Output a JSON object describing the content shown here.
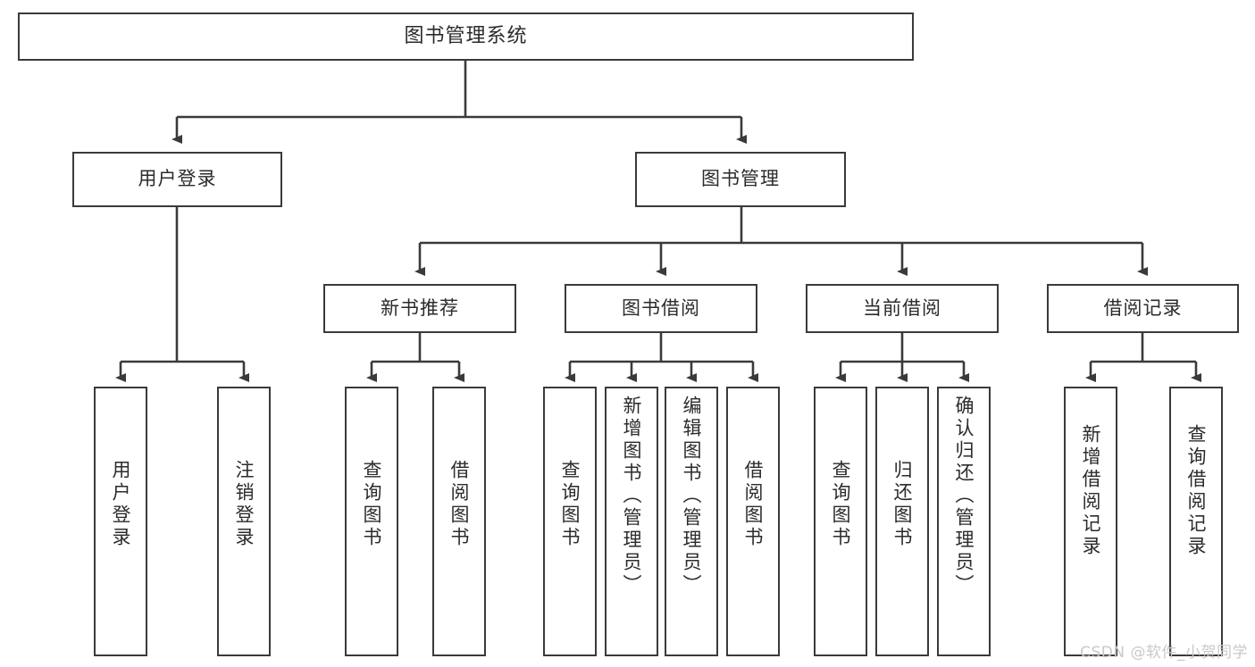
{
  "diagram": {
    "title": "图书管理系统",
    "type": "tree",
    "watermark": "CSDN @软件_小贺同学",
    "colors": {
      "box_border": "#3a3a3a",
      "box_fill": "#ffffff",
      "connector": "#3a3a3a",
      "text": "#2b2b2b",
      "watermark": "#c9c9c9"
    },
    "levels": {
      "root": "图书管理系统",
      "level2": [
        "用户登录",
        "图书管理"
      ],
      "level3": [
        "新书推荐",
        "图书借阅",
        "当前借阅",
        "借阅记录"
      ],
      "leaves": [
        "用户登录",
        "注销登录",
        "查询图书",
        "借阅图书",
        "查询图书",
        "新增图书（管理员）",
        "编辑图书（管理员）",
        "借阅图书",
        "查询图书",
        "归还图书",
        "确认归还（管理员）",
        "新增借阅记录",
        "查询借阅记录"
      ]
    },
    "nodes": {
      "root": {
        "label": "图书管理系统"
      },
      "user_login": {
        "label": "用户登录"
      },
      "book_manage": {
        "label": "图书管理"
      },
      "new_book_rec": {
        "label": "新书推荐"
      },
      "book_borrow": {
        "label": "图书借阅"
      },
      "current_borrow": {
        "label": "当前借阅"
      },
      "borrow_record": {
        "label": "借阅记录"
      },
      "leaf_user_login": {
        "label": "用户登录"
      },
      "leaf_user_logout": {
        "label": "注销登录"
      },
      "leaf_rec_query": {
        "label": "查询图书"
      },
      "leaf_rec_borrow": {
        "label": "借阅图书"
      },
      "leaf_borrow_query": {
        "label": "查询图书"
      },
      "leaf_borrow_add": {
        "label": "新增图书（管理员）"
      },
      "leaf_borrow_edit": {
        "label": "编辑图书（管理员）"
      },
      "leaf_borrow_do": {
        "label": "借阅图书"
      },
      "leaf_cur_query": {
        "label": "查询图书"
      },
      "leaf_cur_return": {
        "label": "归还图书"
      },
      "leaf_cur_confirm": {
        "label": "确认归还（管理员）"
      },
      "leaf_rec_add": {
        "label": "新增借阅记录"
      },
      "leaf_rec_search": {
        "label": "查询借阅记录"
      }
    }
  }
}
